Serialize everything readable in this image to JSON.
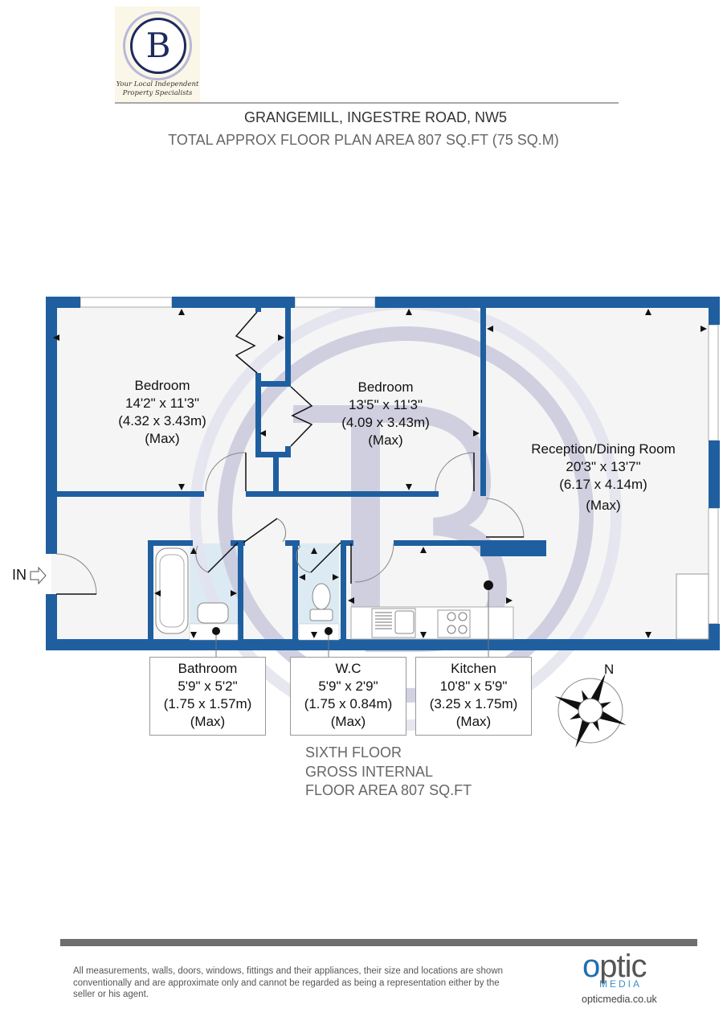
{
  "logo": {
    "letter": "B",
    "tagline_line1": "Your Local Independent",
    "tagline_line2": "Property Specialists"
  },
  "header": {
    "address": "GRANGEMILL, INGESTRE ROAD, NW5",
    "total_area": "TOTAL APPROX FLOOR PLAN AREA 807 SQ.FT (75 SQ.M)"
  },
  "colors": {
    "wall": "#1f5fa0",
    "floor": "#f5f5f6",
    "wet_room": "#dcebf3",
    "watermark": "#c9c9dd",
    "text": "#111111",
    "subtext": "#666666"
  },
  "rooms": [
    {
      "name": "Bedroom",
      "imperial": "14'2\" x 11'3\"",
      "metric": "(4.32 x 3.43m)",
      "note": "(Max)"
    },
    {
      "name": "Bedroom",
      "imperial": "13'5\" x 11'3\"",
      "metric": "(4.09 x 3.43m)",
      "note": "(Max)"
    },
    {
      "name": "Reception/Dining Room",
      "imperial": "20'3\" x 13'7\"",
      "metric": "(6.17 x 4.14m)",
      "note": "(Max)"
    },
    {
      "name": "Bathroom",
      "imperial": "5'9\" x 5'2\"",
      "metric": "(1.75 x 1.57m)",
      "note": "(Max)"
    },
    {
      "name": "W.C",
      "imperial": "5'9\" x 2'9\"",
      "metric": "(1.75 x 0.84m)",
      "note": "(Max)"
    },
    {
      "name": "Kitchen",
      "imperial": "10'8\" x 5'9\"",
      "metric": "(3.25 x 1.75m)",
      "note": "(Max)"
    }
  ],
  "entrance": {
    "label": "IN",
    "icon": "arrow-right-outline-icon"
  },
  "compass": {
    "north_label": "N",
    "icon": "compass-rose-icon"
  },
  "floor_info": {
    "line1": "SIXTH FLOOR",
    "line2": "GROSS INTERNAL",
    "line3": "FLOOR AREA 807 SQ.FT"
  },
  "footer": {
    "disclaimer": "All measurements, walls, doors, windows, fittings and their appliances, their size and locations are shown conventionally and are approximate only and cannot be regarded as being a representation either by the seller or his agent.",
    "brand_optic": "optic",
    "brand_media": "MEDIA",
    "brand_url": "opticmedia.co.uk"
  }
}
